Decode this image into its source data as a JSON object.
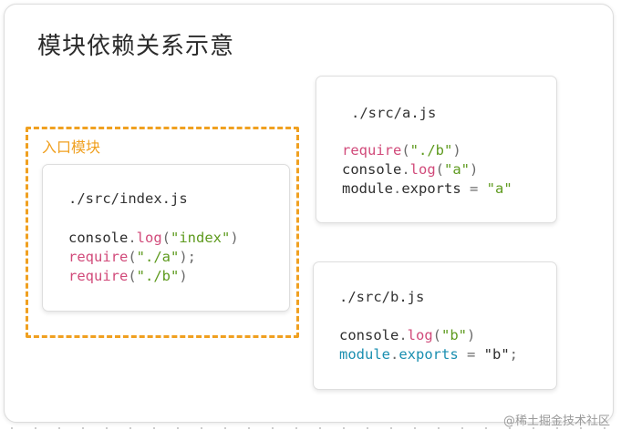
{
  "title": "模块依赖关系示意",
  "entry_label": "入口模块",
  "cards": {
    "index": {
      "path": "./src/index.js",
      "lines": [
        [
          {
            "t": "console",
            "c": "plain"
          },
          {
            "t": ".",
            "c": "punc"
          },
          {
            "t": "log",
            "c": "fn"
          },
          {
            "t": "(",
            "c": "punc"
          },
          {
            "t": "\"index\"",
            "c": "str"
          },
          {
            "t": ")",
            "c": "punc"
          }
        ],
        [
          {
            "t": "require",
            "c": "kw"
          },
          {
            "t": "(",
            "c": "punc"
          },
          {
            "t": "\"./a\"",
            "c": "str"
          },
          {
            "t": ");",
            "c": "punc"
          }
        ],
        [
          {
            "t": "require",
            "c": "kw"
          },
          {
            "t": "(",
            "c": "punc"
          },
          {
            "t": "\"./b\"",
            "c": "str"
          },
          {
            "t": ")",
            "c": "punc"
          }
        ]
      ]
    },
    "a": {
      "path": "./src/a.js",
      "lines": [
        [
          {
            "t": "require",
            "c": "kw"
          },
          {
            "t": "(",
            "c": "punc"
          },
          {
            "t": "\"./b\"",
            "c": "str"
          },
          {
            "t": ")",
            "c": "punc"
          }
        ],
        [
          {
            "t": "console",
            "c": "plain"
          },
          {
            "t": ".",
            "c": "punc"
          },
          {
            "t": "log",
            "c": "fn"
          },
          {
            "t": "(",
            "c": "punc"
          },
          {
            "t": "\"a\"",
            "c": "str"
          },
          {
            "t": ")",
            "c": "punc"
          }
        ],
        [
          {
            "t": "module",
            "c": "plain"
          },
          {
            "t": ".",
            "c": "punc"
          },
          {
            "t": "exports",
            "c": "plain"
          },
          {
            "t": " = ",
            "c": "punc"
          },
          {
            "t": "\"a\"",
            "c": "str"
          }
        ]
      ]
    },
    "b": {
      "path": "./src/b.js",
      "lines": [
        [
          {
            "t": "console",
            "c": "plain"
          },
          {
            "t": ".",
            "c": "punc"
          },
          {
            "t": "log",
            "c": "fn"
          },
          {
            "t": "(",
            "c": "punc"
          },
          {
            "t": "\"b\"",
            "c": "str"
          },
          {
            "t": ")",
            "c": "punc"
          }
        ],
        [
          {
            "t": "module",
            "c": "mod"
          },
          {
            "t": ".",
            "c": "punc"
          },
          {
            "t": "exports",
            "c": "mod"
          },
          {
            "t": " = ",
            "c": "punc"
          },
          {
            "t": "\"b\"",
            "c": "plain"
          },
          {
            "t": ";",
            "c": "punc"
          }
        ]
      ]
    }
  },
  "watermark": "@稀土掘金技术社区",
  "colors": {
    "entry_border": "#f0a020",
    "keyword": "#d14a7a",
    "string": "#5e9a1e",
    "module": "#1a8fb0"
  }
}
